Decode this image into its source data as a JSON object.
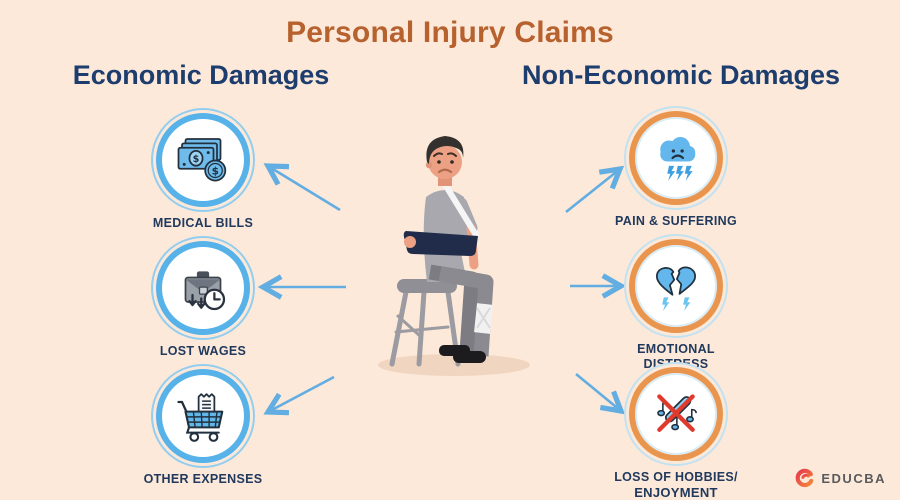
{
  "title": "Personal Injury Claims",
  "sections": {
    "left": {
      "heading": "Economic Damages",
      "items": [
        {
          "label": "MEDICAL BILLS",
          "icon": "money-bills-icon"
        },
        {
          "label": "LOST WAGES",
          "icon": "briefcase-clock-icon"
        },
        {
          "label": "OTHER EXPENSES",
          "icon": "shopping-cart-icon"
        }
      ]
    },
    "right": {
      "heading": "Non-Economic Damages",
      "items": [
        {
          "label": "PAIN & SUFFERING",
          "icon": "storm-cloud-sad-icon"
        },
        {
          "label": "EMOTIONAL\nDISTRESS",
          "icon": "broken-heart-icon"
        },
        {
          "label": "LOSS OF HOBBIES/",
          "sublabel": "ENJOYMENT",
          "icon": "no-music-icon"
        }
      ]
    }
  },
  "illustration": {
    "name": "injured-man-on-stool",
    "description": "Sad man with arm in a dark sling and bandaged leg sitting on a grey stool"
  },
  "brand": {
    "name": "EDUCBA"
  },
  "colors": {
    "background": "#fce9d9",
    "title": "#b7612e",
    "heading": "#1c3d6d",
    "label": "#21395d",
    "ring_blue": "#56b2e9",
    "ring_orange": "#e9954e",
    "ring_outer_blue": "#93cdef",
    "arrow": "#62ade1",
    "icon_blue": "#64b7ec",
    "icon_outline": "#22303e",
    "cross_red": "#df3a2c",
    "logo_text": "#5a5a5e"
  }
}
